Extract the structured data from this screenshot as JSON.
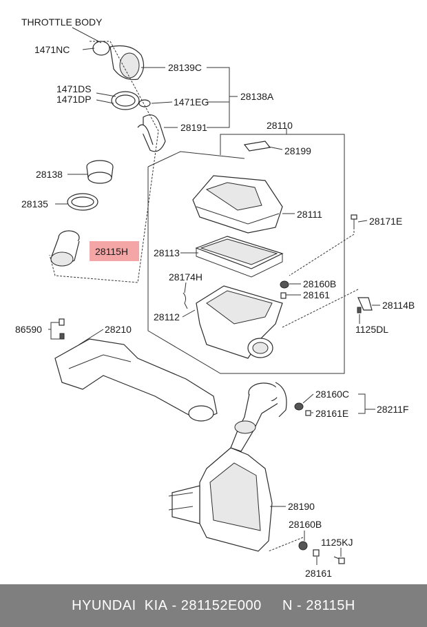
{
  "diagram": {
    "header": "THROTTLE BODY",
    "labels": {
      "p1471nc": "1471NC",
      "p28139c": "28139C",
      "p1471ds": "1471DS",
      "p1471dp": "1471DP",
      "p1471eg": "1471EG",
      "p28138a": "28138A",
      "p28191": "28191",
      "p28110": "28110",
      "p28199": "28199",
      "p28138": "28138",
      "p28135": "28135",
      "p28111": "28111",
      "p28171e": "28171E",
      "p28115h": "28115H",
      "p28113": "28113",
      "p28174h": "28174H",
      "p28160b_a": "28160B",
      "p28161_a": "28161",
      "p28114b": "28114B",
      "p28112": "28112",
      "p1125dl": "1125DL",
      "p86590": "86590",
      "p28210": "28210",
      "p28160c": "28160C",
      "p28161e": "28161E",
      "p28211f": "28211F",
      "p28190": "28190",
      "p28160b_b": "28160B",
      "p1125kj": "1125KJ",
      "p28161_b": "28161"
    },
    "highlight_color": "#f4a6a6"
  },
  "footer": {
    "brand": "HYUNDAI  KIA",
    "separator1": " - ",
    "part_number": "281152E000",
    "gap": "     ",
    "ref_prefix": "N - ",
    "ref_code": "28115H"
  }
}
